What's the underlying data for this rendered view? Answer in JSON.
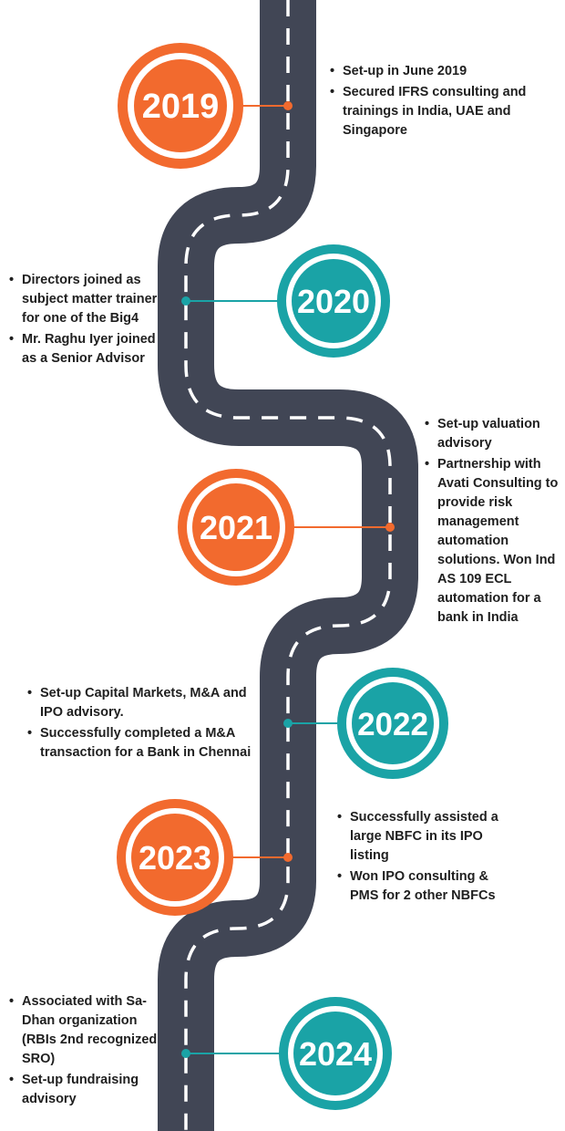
{
  "colors": {
    "road": "#414655",
    "dash": "#ffffff",
    "orange": "#f26a2e",
    "teal": "#1aa3a6",
    "text": "#1f1f1f"
  },
  "milestones": [
    {
      "year": "2019",
      "color": "orange",
      "bullets": [
        "Set-up in June 2019",
        "Secured IFRS consulting and trainings in India, UAE and Singapore"
      ]
    },
    {
      "year": "2020",
      "color": "teal",
      "bullets": [
        "Directors joined as subject matter trainer for one of the Big4",
        " Mr. Raghu Iyer joined as a Senior Advisor"
      ]
    },
    {
      "year": "2021",
      "color": "orange",
      "bullets": [
        "Set-up valuation advisory",
        " Partnership with Avati Consulting to provide risk management automation solutions. Won Ind AS 109 ECL automation for  a bank in India"
      ]
    },
    {
      "year": "2022",
      "color": "teal",
      "bullets": [
        "Set-up Capital Markets, M&A and IPO advisory.",
        "Successfully completed a M&A transaction for a Bank in Chennai"
      ]
    },
    {
      "year": "2023",
      "color": "orange",
      "bullets": [
        "Successfully assisted a large NBFC in its IPO listing",
        "Won IPO consulting & PMS for 2 other NBFCs"
      ]
    },
    {
      "year": "2024",
      "color": "teal",
      "bullets": [
        "Associated with Sa-Dhan organization (RBIs 2nd recognized SRO)",
        "Set-up fundraising advisory"
      ]
    }
  ]
}
